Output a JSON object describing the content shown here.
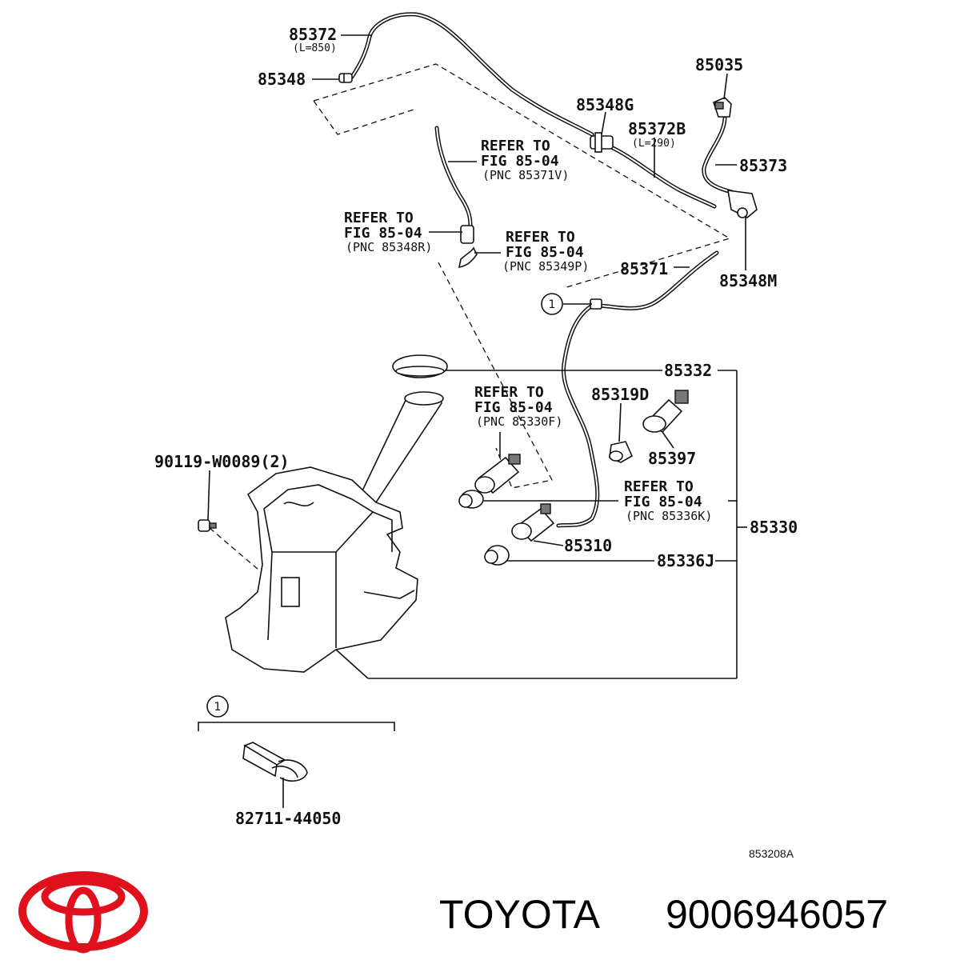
{
  "diagram": {
    "parts": {
      "p85372": "85372",
      "p85372_len": "(L=850)",
      "p85348": "85348",
      "p85035": "85035",
      "p85348G": "85348G",
      "p85372B": "85372B",
      "p85372B_len": "(L=290)",
      "p85373": "85373",
      "p85371": "85371",
      "p85348M": "85348M",
      "p85332": "85332",
      "p85319D": "85319D",
      "p85397": "85397",
      "p90119": "90119-W0089(2)",
      "p85330": "85330",
      "p85310": "85310",
      "p85336J": "85336J",
      "p82711": "82711-44050"
    },
    "refs": [
      {
        "line1": "REFER TO",
        "line2": "FIG 85-04",
        "pnc": "(PNC 85371V)"
      },
      {
        "line1": "REFER TO",
        "line2": "FIG 85-04",
        "pnc": "(PNC 85348R)"
      },
      {
        "line1": "REFER TO",
        "line2": "FIG 85-04",
        "pnc": "(PNC 85349P)"
      },
      {
        "line1": "REFER TO",
        "line2": "FIG 85-04",
        "pnc": "(PNC 85330F)"
      },
      {
        "line1": "REFER TO",
        "line2": "FIG 85-04",
        "pnc": "(PNC 85336K)"
      }
    ],
    "callout": "1",
    "code": "853208A"
  },
  "footer": {
    "brand": "TOYOTA",
    "part_number": "9006946057",
    "logo_color": "#e0101c"
  }
}
